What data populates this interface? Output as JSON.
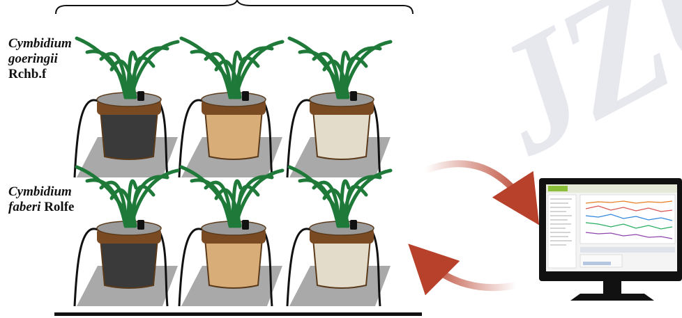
{
  "watermark": "JZU",
  "species": [
    {
      "name_italic_1": "Cymbidium",
      "name_italic_2": "goeringii",
      "authority": "Rchb.f"
    },
    {
      "name_italic_1": "Cymbidium",
      "name_italic_2": "faberi",
      "authority": "Rolfe"
    }
  ],
  "soil_colors": [
    "#3a3a3a",
    "#d8ad78",
    "#e3dccb"
  ],
  "colors": {
    "leaf": "#1f7a3a",
    "pot_rim": "#7a4a22",
    "tray": "#a9a9a9",
    "arrow": "#c0392b"
  },
  "monitor": {
    "icon": "computer-monitor-icon"
  }
}
